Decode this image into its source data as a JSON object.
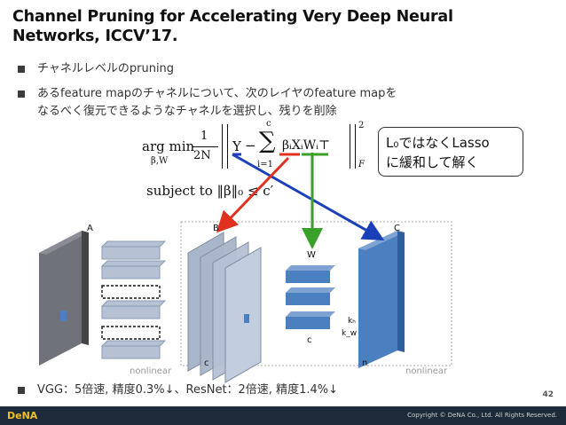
{
  "title": "Channel Pruning for Accelerating Very Deep Neural Networks, ICCV’17.",
  "bullets": [
    "チャネルレベルのpruning",
    "あるfeature mapのチャネルについて、次のレイヤのfeature mapを",
    "なるべく復元できるようなチャネルを選択し、残りを削除",
    "VGG：5倍速, 精度0.3%↓、ResNet：2倍速, 精度1.4%↓"
  ],
  "equation": {
    "argmin": "arg min",
    "argmin_sub": "β,W",
    "frac_num": "1",
    "frac_den": "2N",
    "Y": "Y",
    "minus": "−",
    "sum_top": "c",
    "sum_sym": "∑",
    "sum_bot": "i=1",
    "term": "βᵢXᵢWᵢ⊤",
    "norm_sub": "F",
    "norm_sup": "2",
    "constraint": "subject to ‖β‖₀ ≤ c′"
  },
  "lasso_box": {
    "line1": "L₀ではなくLasso",
    "line2": "に緩和して解く"
  },
  "diagram": {
    "A": "A",
    "B": "B",
    "C": "C",
    "W": "W",
    "kh": "kₕ",
    "kw": "k_w",
    "c_small": "c",
    "c_bottom": "c",
    "n_bottom": "n",
    "nonlinear_left": "nonlinear",
    "nonlinear_right": "nonlinear",
    "colors": {
      "arrow_blue": "#1a3fb8",
      "arrow_red": "#e0301e",
      "arrow_green": "#3aa02a",
      "featuremap_A": "#55585e",
      "featuremap_B": "#a9b5c9",
      "featuremap_C": "#4a7fc0",
      "filter_W": "#4a7fc0"
    }
  },
  "footer": {
    "logo": "DeNA",
    "copyright": "Copyright © DeNA Co., Ltd. All Rights Reserved.",
    "page": "42"
  }
}
